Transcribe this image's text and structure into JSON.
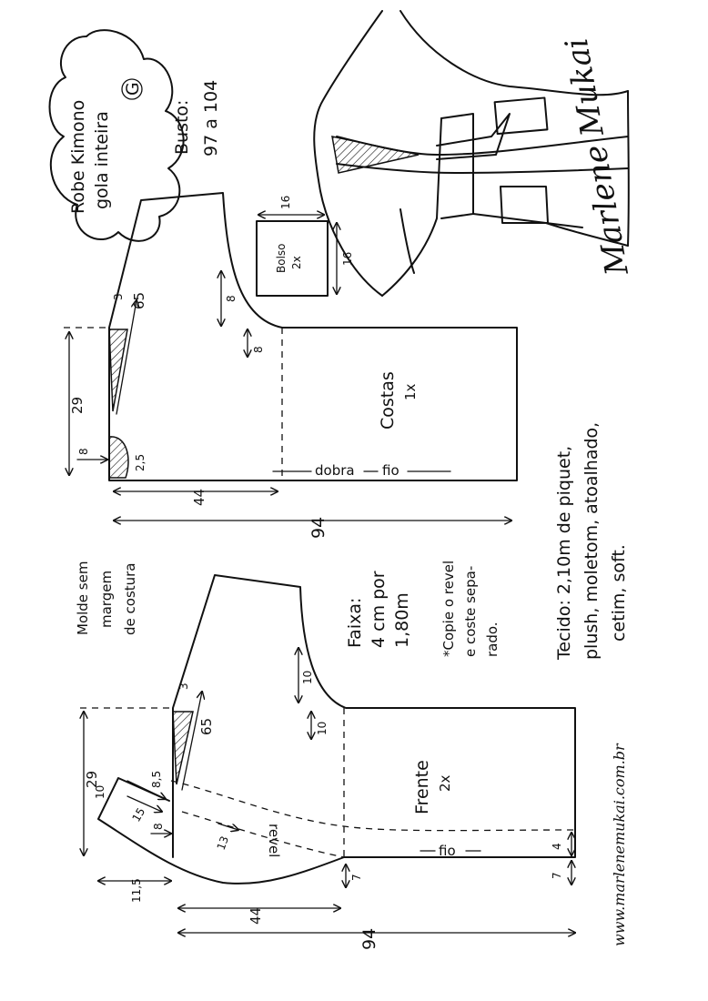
{
  "title": {
    "line1": "Robe Kimono",
    "line2": "gola inteira",
    "size": "G"
  },
  "bust": {
    "label": "Busto:",
    "value": "97 a 104"
  },
  "seam_note": {
    "line1": "Molde sem",
    "line2": "margem",
    "line3": "de costura"
  },
  "back_piece": {
    "name": "Costas",
    "count": "1x",
    "fold": "dobra",
    "grain": "fio",
    "m_29": "29",
    "m_8_shoulder": "8",
    "m_2_5": "2,5",
    "m_3": "3",
    "m_65": "65",
    "m_8_sleeve": "8",
    "m_8_underarm": "8",
    "m_44": "44",
    "m_94": "94"
  },
  "front_piece": {
    "name": "Frente",
    "count": "2x",
    "facing": "revel",
    "grain": "fio",
    "m_29": "29",
    "m_10_neck": "10",
    "m_15": "15",
    "m_8_5": "8,5",
    "m_3": "3",
    "m_65": "65",
    "m_8": "8",
    "m_13": "13",
    "m_10_sleeve": "10",
    "m_10_underarm": "10",
    "m_11_5": "11,5",
    "m_7_left": "7",
    "m_4": "4",
    "m_7_right": "7",
    "m_44": "44",
    "m_94": "94"
  },
  "pocket": {
    "name": "Bolso",
    "count": "2x",
    "m_16_a": "16",
    "m_16_b": "16"
  },
  "sash": {
    "label": "Faixa:",
    "line1": "4 cm por",
    "line2": "1,80m"
  },
  "facing_note": {
    "line1": "*Copie o revel",
    "line2": "e coste sepa-",
    "line3": "rado."
  },
  "fabric": {
    "line1": "Tecido: 2,10m de piquet,",
    "line2": "plush, moletom, atoalhado,",
    "line3": "cetim, soft."
  },
  "signature": "Marlene Mukai",
  "website": "www.marlenemukai.com.br"
}
